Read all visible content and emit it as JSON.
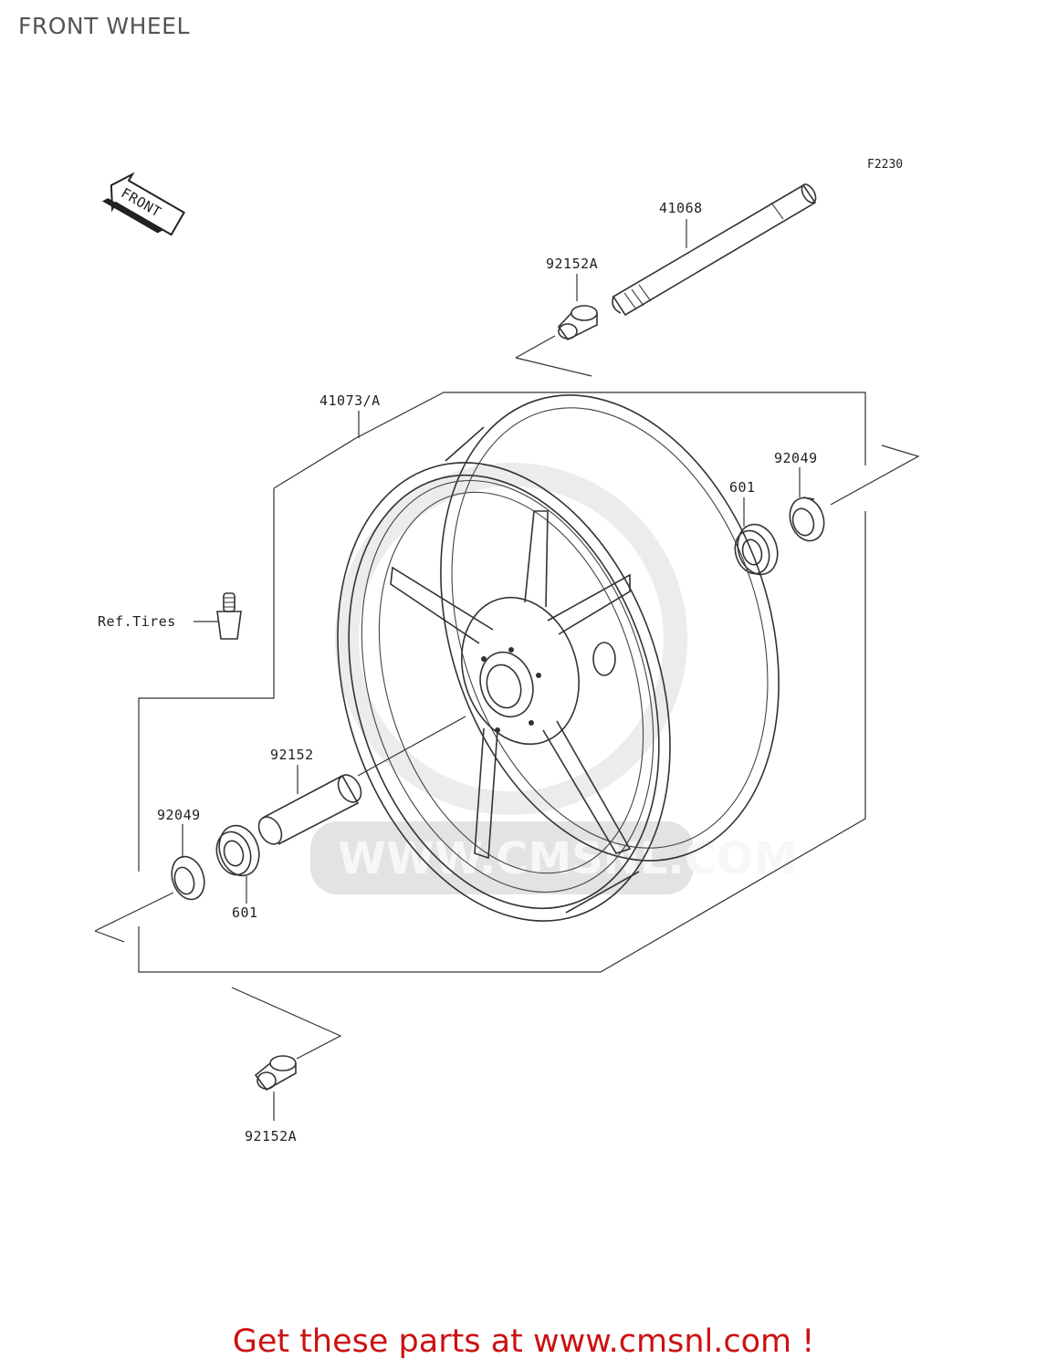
{
  "page": {
    "title": "FRONT WHEEL"
  },
  "diagram": {
    "figure_code": "F2230",
    "direction_arrow": {
      "label": "FRONT"
    },
    "parts": [
      {
        "number": "41068",
        "name": "axle"
      },
      {
        "number": "92152A",
        "name": "collar-upper"
      },
      {
        "number": "41073/A",
        "name": "wheel-rim"
      },
      {
        "number": "92049",
        "name": "oil-seal-right"
      },
      {
        "number": "601",
        "name": "bearing-right"
      },
      {
        "number": "Ref.Tires",
        "name": "tire-valve"
      },
      {
        "number": "92152",
        "name": "distance-collar"
      },
      {
        "number": "92049",
        "name": "oil-seal-left"
      },
      {
        "number": "601",
        "name": "bearing-left"
      },
      {
        "number": "92152A",
        "name": "collar-lower"
      }
    ]
  },
  "footer": {
    "cta": "Get these parts at www.cmsnl.com !"
  }
}
